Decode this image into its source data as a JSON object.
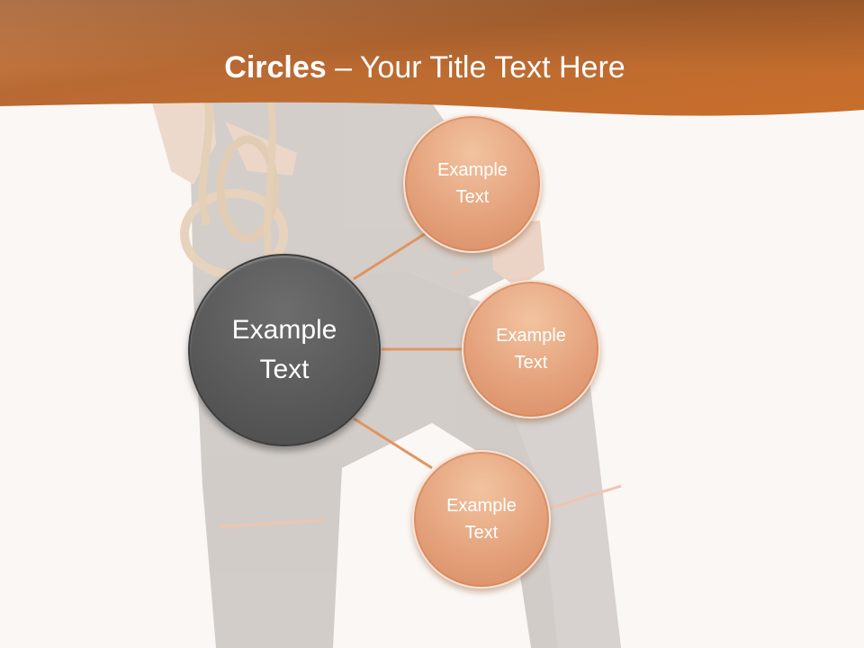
{
  "slide": {
    "title_bold": "Circles",
    "title_rest": " – Your Title Text Here",
    "colors": {
      "header": "#c46a2c",
      "main_circle": "#5c5c5c",
      "small_circles": "#e59e76",
      "connector": "#e0955f",
      "background": "#fbf7f4"
    }
  },
  "diagram": {
    "main": {
      "line1": "Example",
      "line2": "Text"
    },
    "nodes": [
      {
        "line1": "Example",
        "line2": "Text"
      },
      {
        "line1": "Example",
        "line2": "Text"
      },
      {
        "line1": "Example",
        "line2": "Text"
      }
    ]
  }
}
